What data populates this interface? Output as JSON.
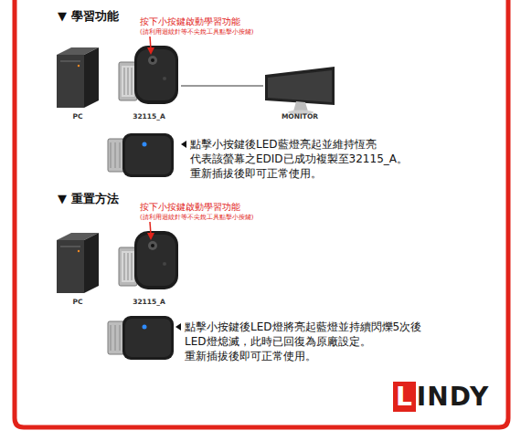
{
  "diagram": {
    "nodes": [
      {
        "text": [
          "PC"
        ]
      },
      {
        "text": [
          "32115_A"
        ]
      },
      {
        "text": [
          "MONITOR"
        ]
      },
      {
        "text": [
          "PC"
        ]
      },
      {
        "text": [
          "32115_A"
        ]
      }
    ],
    "edges": [
      {
        "from": 1,
        "to": 2,
        "arrow": "none"
      }
    ],
    "labels": [
      "▼ 學習功能",
      "按下小按鍵啟動學習功能",
      "(請利用迴紋針等不尖銳工具點擊小按鍵)",
      "點擊小按鍵後LED藍燈亮起並維持恆亮 代表該螢幕之EDID已成功複製至32115_A。 重新插拔後即可正常使用。",
      "▼ 重置方法",
      "按下小按鍵啟動學習功能",
      "(請利用迴紋針等不尖銳工具點擊小按鍵)",
      "點擊小按鍵後LED燈將亮起藍燈並持續閃爍5次後 LED燈熄滅，此時已回復為原廠設定。 重新插拔後即可正常使用。",
      "LINDY"
    ]
  }
}
